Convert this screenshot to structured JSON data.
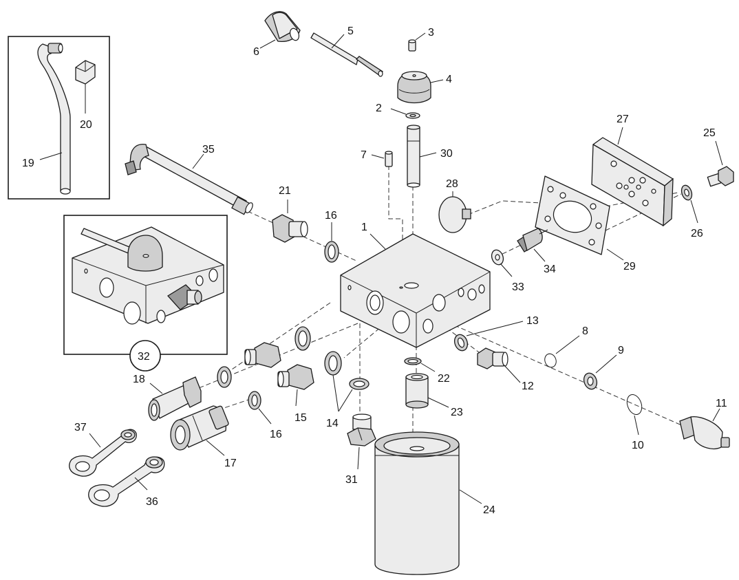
{
  "callouts": {
    "c1": "1",
    "c2": "2",
    "c3": "3",
    "c4": "4",
    "c5": "5",
    "c6": "6",
    "c7": "7",
    "c8": "8",
    "c9": "9",
    "c10": "10",
    "c11": "11",
    "c12": "12",
    "c13": "13",
    "c14": "14",
    "c15": "15",
    "c16a": "16",
    "c16b": "16",
    "c17": "17",
    "c18": "18",
    "c19": "19",
    "c20": "20",
    "c21": "21",
    "c22": "22",
    "c23": "23",
    "c24": "24",
    "c25": "25",
    "c26": "26",
    "c27": "27",
    "c28": "28",
    "c29": "29",
    "c30": "30",
    "c31": "31",
    "c32": "32",
    "c33": "33",
    "c34": "34",
    "c35": "35",
    "c36": "36",
    "c37": "37"
  },
  "colors": {
    "line": "#1a1a1a",
    "fill_light": "#ececec",
    "background": "#ffffff"
  }
}
